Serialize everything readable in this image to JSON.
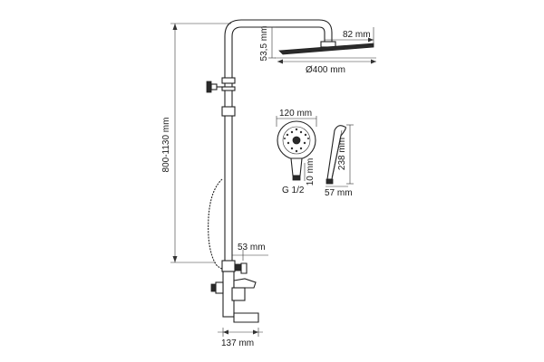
{
  "dimensions": {
    "height_range": "800-1130 mm",
    "head_thickness": "53,5 mm",
    "head_offset": "82 mm",
    "head_diameter": "Ø400 mm",
    "hand_width": "120 mm",
    "hand_neck": "10 mm",
    "hand_length": "238 mm",
    "hand_depth": "57 mm",
    "thread": "G 1/2",
    "spout_gap": "53 mm",
    "base_depth": "137 mm"
  }
}
